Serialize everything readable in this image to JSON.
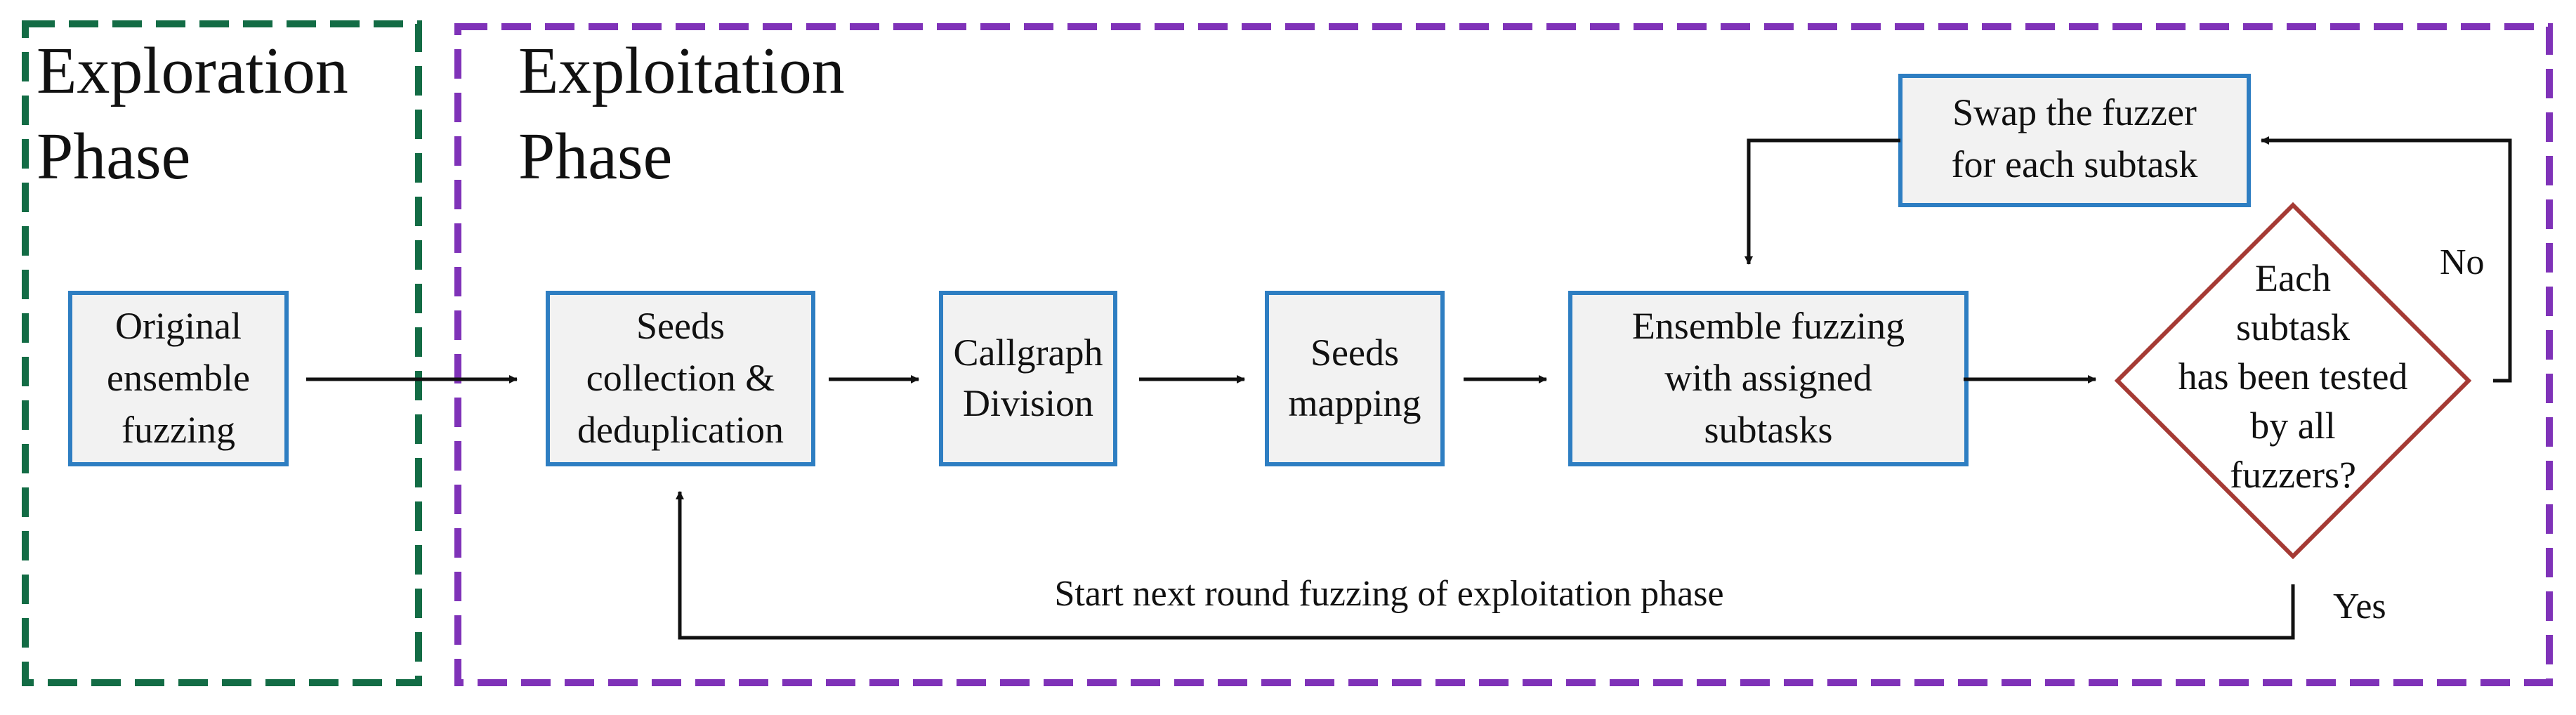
{
  "regions": {
    "exploration": {
      "title_line1": "Exploration",
      "title_line2": "Phase",
      "color": "#136c45"
    },
    "exploitation": {
      "title_line1": "Exploitation",
      "title_line2": "Phase",
      "color": "#7f32b8"
    }
  },
  "nodes": {
    "original_ensemble_fuzzing": {
      "line1": "Original",
      "line2": "ensemble",
      "line3": "fuzzing"
    },
    "seeds_collection": {
      "line1": "Seeds",
      "line2": "collection &",
      "line3": "deduplication"
    },
    "callgraph_division": {
      "line1": "Callgraph",
      "line2": "Division"
    },
    "seeds_mapping": {
      "line1": "Seeds",
      "line2": "mapping"
    },
    "ensemble_fuzzing_subtasks": {
      "line1": "Ensemble fuzzing",
      "line2": "with assigned",
      "line3": "subtasks"
    },
    "swap_fuzzer": {
      "line1": "Swap the fuzzer",
      "line2": "for each subtask"
    },
    "decision": {
      "line1": "Each",
      "line2": "subtask",
      "line3": "has been tested",
      "line4": "by all",
      "line5": "fuzzers?"
    }
  },
  "edges": {
    "no_label": "No",
    "yes_label": "Yes",
    "next_round_label": "Start next round fuzzing of exploitation phase"
  },
  "colors": {
    "box_stroke": "#2e7ec2",
    "box_fill": "#f2f2f2",
    "diamond_stroke": "#a53a34",
    "arrow": "#111111"
  }
}
